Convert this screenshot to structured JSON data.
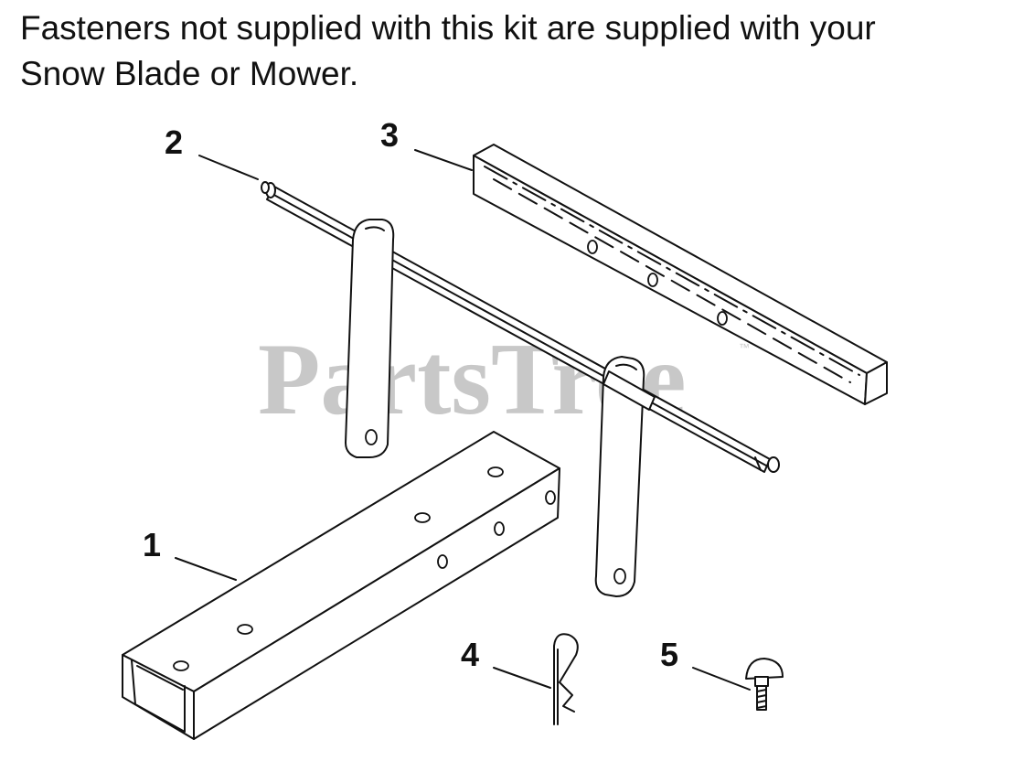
{
  "note": {
    "line1": "Fasteners not supplied with this kit are supplied with your",
    "line2": "Snow Blade or Mower."
  },
  "watermark": {
    "text": "PartsTree",
    "tm": "™"
  },
  "callouts": {
    "c1": "1",
    "c2": "2",
    "c3": "3",
    "c4": "4",
    "c5": "5"
  },
  "colors": {
    "ink": "#111111",
    "watermark": "#c8c8c8",
    "background": "#ffffff"
  }
}
